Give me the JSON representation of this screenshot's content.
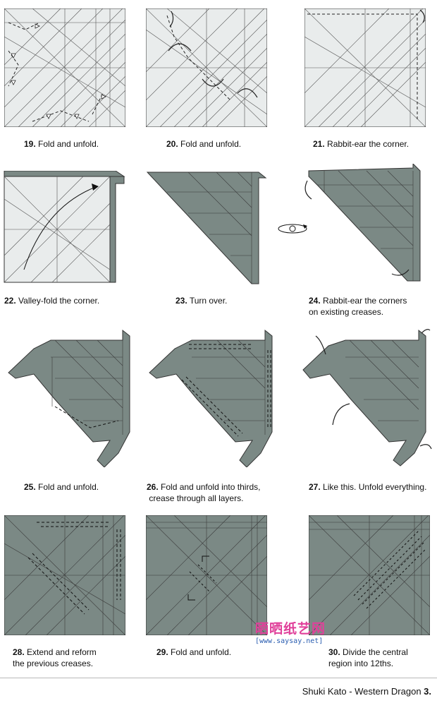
{
  "colors": {
    "paper_white": "#e9ecec",
    "paper_gray": "#7b8985",
    "line": "#3b3b3b",
    "accent": "#e0409a"
  },
  "steps": [
    {
      "num": "19.",
      "text": "Fold and unfold."
    },
    {
      "num": "20.",
      "text": "Fold and unfold."
    },
    {
      "num": "21.",
      "text": "Rabbit-ear the corner."
    },
    {
      "num": "22.",
      "text": "Valley-fold the corner."
    },
    {
      "num": "23.",
      "text": "Turn over."
    },
    {
      "num": "24.",
      "text": "Rabbit-ear the corners",
      "text2": "on existing creases."
    },
    {
      "num": "25.",
      "text": "Fold and unfold."
    },
    {
      "num": "26.",
      "text": "Fold and unfold into thirds,",
      "text2": "crease through all layers."
    },
    {
      "num": "27.",
      "text": "Like this. Unfold everything."
    },
    {
      "num": "28.",
      "text": "Extend and reform",
      "text2": "the previous creases."
    },
    {
      "num": "29.",
      "text": "Fold and unfold."
    },
    {
      "num": "30.",
      "text": "Divide the central",
      "text2": "region into 12ths."
    }
  ],
  "watermark": {
    "cn": "晒晒纸艺网",
    "url": "[www.saysay.net]"
  },
  "footer": {
    "text": "Shuki Kato - Western Dragon ",
    "num": "3."
  }
}
